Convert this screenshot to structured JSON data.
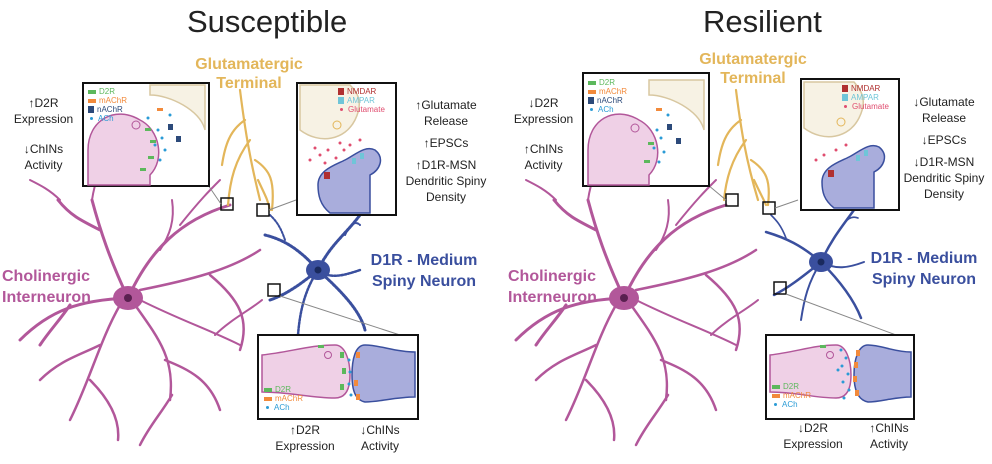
{
  "panels": [
    {
      "title": "Susceptible",
      "terminal_label": [
        "Glutamatergic",
        "Terminal"
      ],
      "interneuron_label": [
        "Cholinergic",
        "Interneuron"
      ],
      "msn_label": [
        "D1R - Medium",
        "Spiny Neuron"
      ],
      "left_inset_notes": [
        "↑D2R",
        "Expression",
        "↓ChINs",
        "Activity"
      ],
      "right_inset_notes": [
        "↑Glutamate",
        "Release",
        "↑EPSCs",
        "↑D1R-MSN",
        "Dendritic Spiny",
        "Density"
      ],
      "bottom_notes": [
        "↑D2R",
        "Expression",
        "↓ChINs",
        "Activity"
      ]
    },
    {
      "title": "Resilient",
      "terminal_label": [
        "Glutamatergic",
        "Terminal"
      ],
      "interneuron_label": [
        "Cholinergic",
        "Interneuron"
      ],
      "msn_label": [
        "D1R - Medium",
        "Spiny Neuron"
      ],
      "left_inset_notes": [
        "↓D2R",
        "Expression",
        "↑ChINs",
        "Activity"
      ],
      "right_inset_notes": [
        "↓Glutamate",
        "Release",
        "↓EPSCs",
        "↓D1R-MSN",
        "Dendritic Spiny",
        "Density"
      ],
      "bottom_notes": [
        "↓D2R",
        "Expression",
        "↑ChINs",
        "Activity"
      ]
    }
  ],
  "legend_left": [
    "D2R",
    "mAChR",
    "nAChR",
    "ACh"
  ],
  "legend_right": [
    "NMDAR",
    "AMPAR",
    "Glutamate"
  ],
  "legend_bottom": [
    "D2R",
    "mAChR",
    "ACh"
  ],
  "colors": {
    "cholinergic": "#b2579a",
    "msn": "#3a4f9e",
    "terminal": "#e3b65a",
    "d2r": "#5cb85c",
    "machr": "#f28a3b",
    "nachr": "#2c4a7a",
    "ach": "#2a9bd6",
    "nmdar": "#b03030",
    "ampar": "#6fc5d8",
    "glutamate": "#e04d6f"
  }
}
